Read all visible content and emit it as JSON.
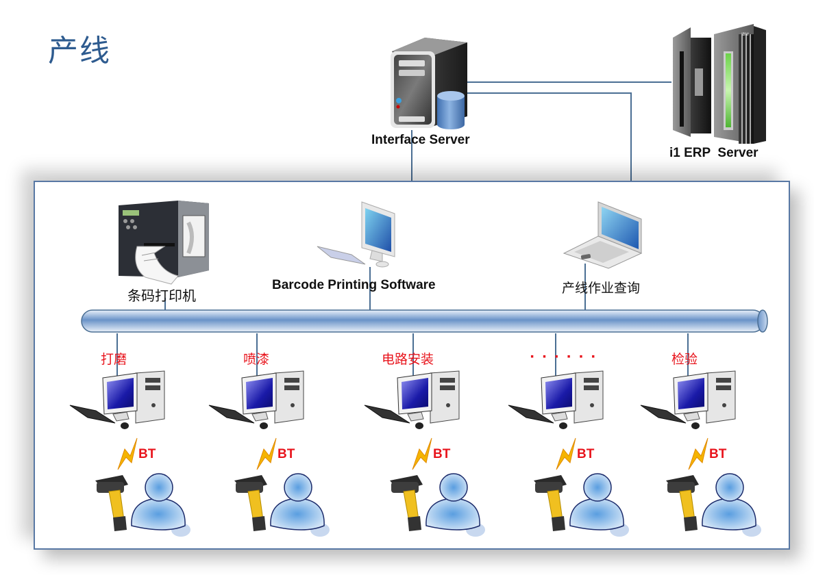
{
  "title": "产线",
  "servers": {
    "interface": {
      "label": "Interface Server",
      "icon": "server-tower-icon"
    },
    "erp": {
      "label": "i1 ERP  Server",
      "icon": "mainframe-icon",
      "brand": "IBM"
    }
  },
  "network_devices": [
    {
      "label": "条码打印机",
      "icon": "barcode-printer-icon"
    },
    {
      "label": "Barcode Printing Software",
      "icon": "desktop-computer-icon"
    },
    {
      "label": "产线作业查询",
      "icon": "laptop-icon"
    }
  ],
  "bus": {
    "icon": "network-bus-pipe"
  },
  "stations": [
    {
      "label": "打磨",
      "link": "BT"
    },
    {
      "label": "喷漆",
      "link": "BT"
    },
    {
      "label": "电路安装",
      "link": "BT"
    },
    {
      "label": "· · · · · ·",
      "link": "BT"
    },
    {
      "label": "检验",
      "link": "BT"
    }
  ],
  "colors": {
    "title": "#2e5b8f",
    "station_label": "#e8141c",
    "line": "#4a6e93",
    "frame": "#5878a4",
    "bus": "#6a93c8"
  }
}
